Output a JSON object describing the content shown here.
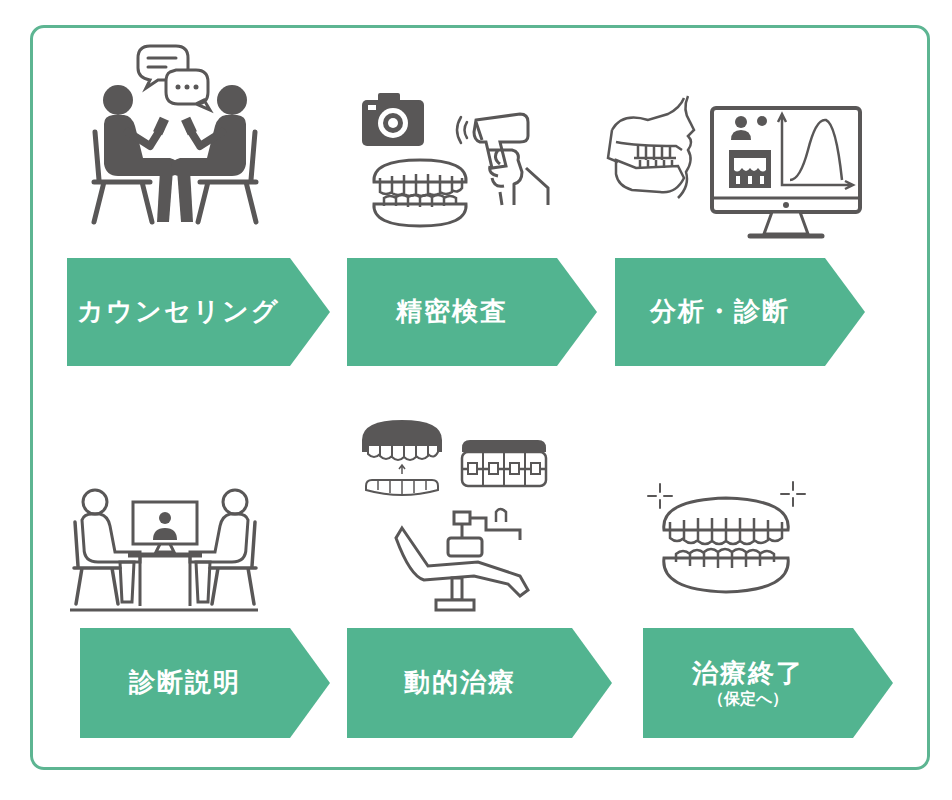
{
  "diagram": {
    "nodes": [
      {
        "text": [
          "カウンセリング"
        ]
      },
      {
        "text": [
          "精密検査"
        ]
      },
      {
        "text": [
          "分析・診断"
        ]
      },
      {
        "text": [
          "診断説明"
        ]
      },
      {
        "text": [
          "動的治療"
        ]
      },
      {
        "text": [
          "治療終了",
          "（保定へ）"
        ]
      }
    ]
  }
}
